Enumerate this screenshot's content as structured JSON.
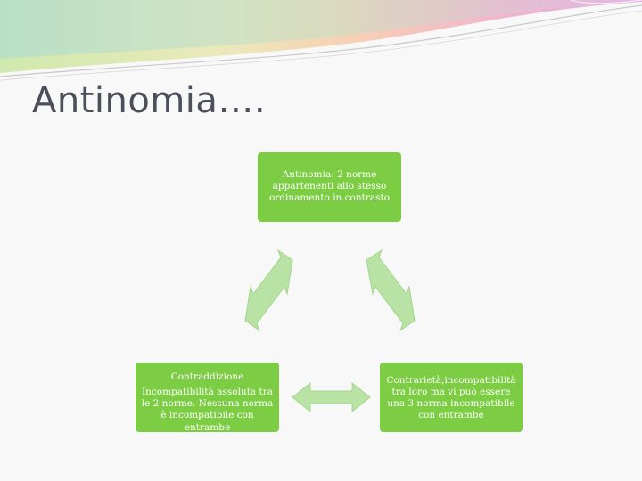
{
  "title": "Antinomia….",
  "nodes": {
    "top": {
      "text": "Antinomia: 2 norme appartenenti allo stesso ordinamento in contrasto"
    },
    "left": {
      "heading": "Contraddizione",
      "text": "Incompatibilità assoluta tra le 2 norme. Nessuna norma è incompatibile con entrambe"
    },
    "right": {
      "text": "Contrarietà,incompatibilità tra loro ma vi può essere una 3 norma incompatibile con entrambe"
    }
  },
  "colors": {
    "node_fill": "#7ccc44",
    "arrow_fill": "#b8e3a4",
    "title": "#4a4f59"
  }
}
